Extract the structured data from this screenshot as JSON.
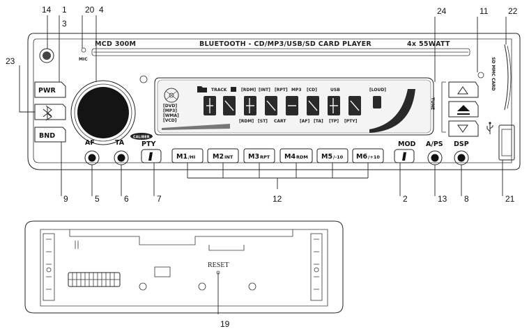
{
  "front_panel": {
    "model": "MCD 300M",
    "title": "BLUETOOTH - CD/MP3/USB/SD CARD PLAYER",
    "power_rating": "4x 55WATT",
    "mic_label": "MIC",
    "left_buttons": [
      "PWR",
      "BND"
    ],
    "knob_labels": [
      "AF",
      "TA",
      "PTY",
      "MOD",
      "A/PS",
      "DSP"
    ],
    "tune_label": "TUNE",
    "card_slot_label": "SD MMC CARD",
    "brand_badge": "CALIBER",
    "preset_buttons": [
      {
        "main": "M1",
        "sub": "/HI"
      },
      {
        "main": "M2",
        "sub": "INT"
      },
      {
        "main": "M3",
        "sub": "RPT"
      },
      {
        "main": "M4",
        "sub": "RDM"
      },
      {
        "main": "M5",
        "sub": "/-10"
      },
      {
        "main": "M6",
        "sub": "/+10"
      }
    ],
    "display": {
      "top_indicators": [
        "TRACK",
        "[RDM]",
        "[INT]",
        "[RPT]",
        "MP3",
        "[CD]",
        "USB",
        "[LOUD]"
      ],
      "side_indicators": [
        "[DVD]",
        "[MP3]",
        "[WMA]",
        "[VCD]"
      ],
      "bottom_indicators": [
        "[RDM]",
        "[ST]",
        "CART",
        "[AF]",
        "[TA]",
        "[TP]",
        "[PTY]"
      ]
    }
  },
  "back_panel": {
    "reset_label": "RESET"
  },
  "callouts": {
    "top": [
      "14",
      "1",
      "3",
      "20",
      "4",
      "24",
      "11",
      "22"
    ],
    "left": [
      "23"
    ],
    "bottom": [
      "9",
      "5",
      "6",
      "7",
      "12",
      "2",
      "13",
      "8",
      "21"
    ],
    "back": [
      "19"
    ]
  }
}
